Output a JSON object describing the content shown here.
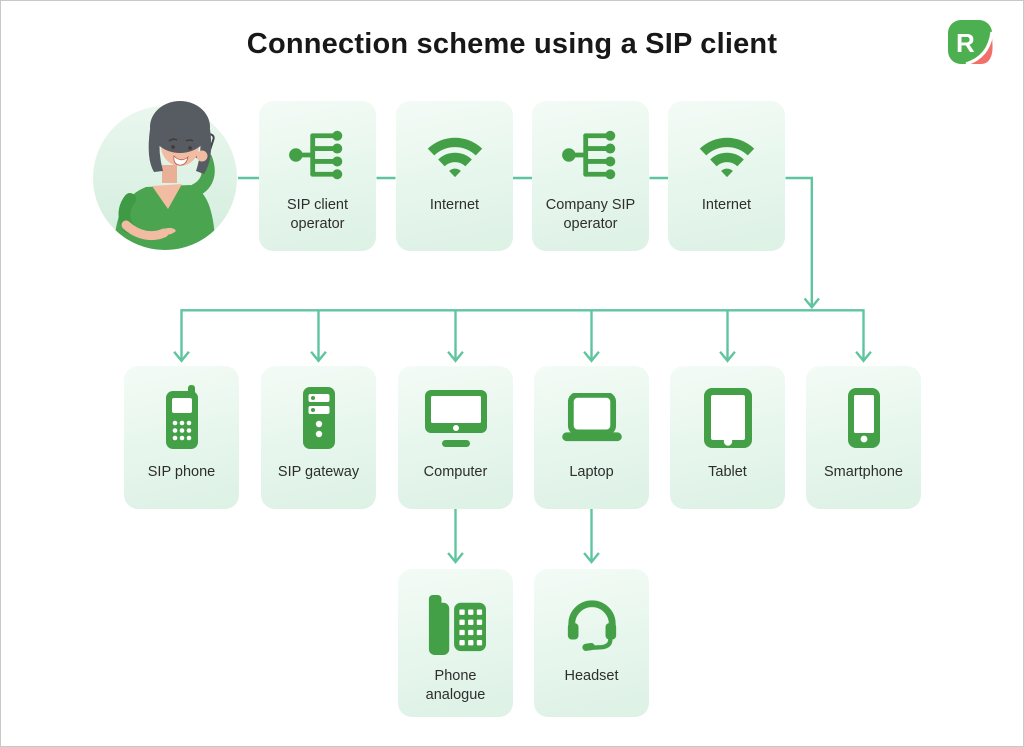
{
  "title": "Connection scheme using a SIP client",
  "logo": {
    "letter": "R",
    "green": "#4caf50",
    "red": "#f2706a"
  },
  "avatar": {
    "description": "Operator talking on a mobile phone"
  },
  "row1": {
    "items": [
      {
        "label": "SIP client operator",
        "icon": "network-hub-icon"
      },
      {
        "label": "Internet",
        "icon": "wifi-icon"
      },
      {
        "label": "Company SIP operator",
        "icon": "network-hub-icon"
      },
      {
        "label": "Internet",
        "icon": "wifi-icon"
      }
    ]
  },
  "row2": {
    "items": [
      {
        "label": "SIP phone",
        "icon": "sip-phone-icon"
      },
      {
        "label": "SIP gateway",
        "icon": "sip-gateway-icon"
      },
      {
        "label": "Computer",
        "icon": "computer-icon"
      },
      {
        "label": "Laptop",
        "icon": "laptop-icon"
      },
      {
        "label": "Tablet",
        "icon": "tablet-icon"
      },
      {
        "label": "Smartphone",
        "icon": "smartphone-icon"
      }
    ]
  },
  "row3": {
    "items": [
      {
        "label": "Phone analogue",
        "icon": "desk-phone-icon"
      },
      {
        "label": "Headset",
        "icon": "headset-icon"
      }
    ]
  },
  "edges": [
    "Operator -> SIP client operator",
    "SIP client operator -> Internet",
    "Internet -> Company SIP operator",
    "Company SIP operator -> Internet",
    "Internet -> SIP phone",
    "Internet -> SIP gateway",
    "Internet -> Computer",
    "Internet -> Laptop",
    "Internet -> Tablet",
    "Internet -> Smartphone",
    "Computer -> Phone analogue",
    "Laptop -> Headset"
  ],
  "colors": {
    "icon_green": "#44a047",
    "connector": "#5fc5a0",
    "box_bg_top": "#f4fbf6",
    "box_bg_bottom": "#ddf1e5",
    "title_text": "#181818",
    "label_text": "#2e2e2e"
  }
}
